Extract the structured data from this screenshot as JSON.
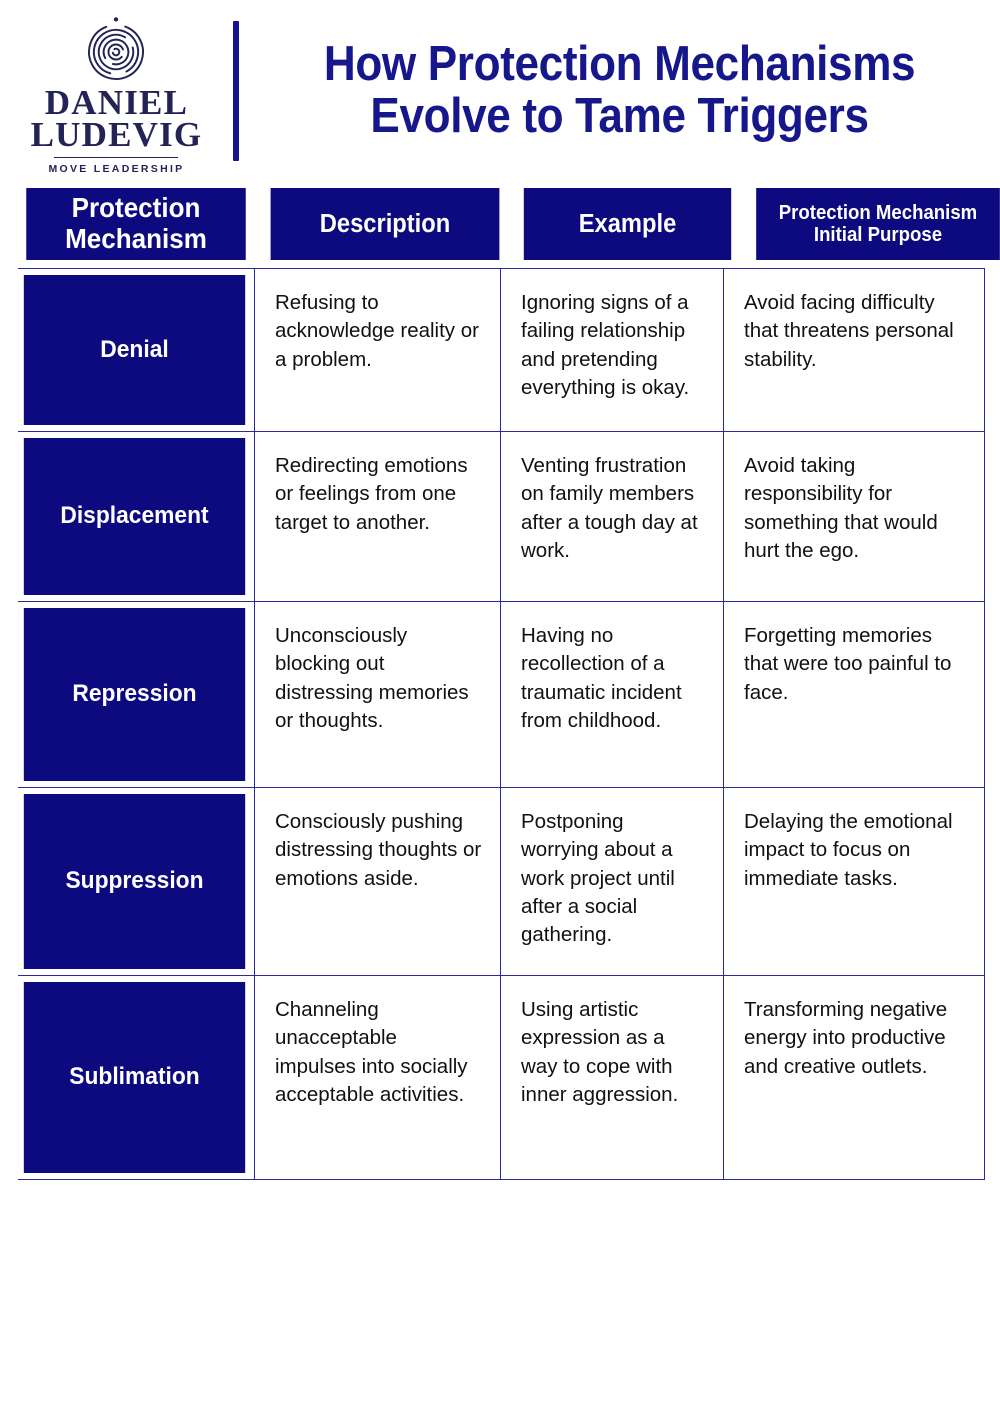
{
  "brand": {
    "logo_icon": "spiral-labyrinth-icon",
    "name_line1": "DANIEL",
    "name_line2": "LUDEVIG",
    "tagline": "MOVE LEADERSHIP",
    "navy": "#0d0a80",
    "title_navy": "#17178c",
    "logo_ink": "#232355"
  },
  "header": {
    "title_line1": "How Protection Mechanisms",
    "title_line2": "Evolve to Tame Triggers"
  },
  "table": {
    "columns": [
      {
        "label_line1": "Protection",
        "label_line2": "Mechanism"
      },
      {
        "label_line1": "Description",
        "label_line2": ""
      },
      {
        "label_line1": "Example",
        "label_line2": ""
      },
      {
        "label_line1": "Protection Mechanism",
        "label_line2": "Initial Purpose"
      }
    ],
    "rows": [
      {
        "mechanism": "Denial",
        "description": "Refusing to acknowledge reality or a problem.",
        "example": "Ignoring signs of a failing relationship and pretending everything is okay.",
        "initial_purpose": "Avoid facing difficulty that threatens personal stability."
      },
      {
        "mechanism": "Displacement",
        "description": "Redirecting emotions or feelings from one target to another.",
        "example": "Venting frustration on family members after a tough day at work.",
        "initial_purpose": "Avoid taking responsibility for something that would hurt the ego."
      },
      {
        "mechanism": "Repression",
        "description": "Unconsciously blocking out distressing memories or thoughts.",
        "example": "Having no recollection of a traumatic incident from childhood.",
        "initial_purpose": "Forgetting memories that were too painful to face."
      },
      {
        "mechanism": "Suppression",
        "description": "Consciously pushing distressing thoughts or emotions aside.",
        "example": "Postponing worrying about a work project until after a social gathering.",
        "initial_purpose": "Delaying the emotional impact to focus on immediate tasks."
      },
      {
        "mechanism": "Sublimation",
        "description": "Channeling unacceptable impulses into socially acceptable activities.",
        "example": "Using artistic expression as a way to cope with inner aggression.",
        "initial_purpose": "Transforming negative energy into productive and creative outlets."
      }
    ]
  }
}
